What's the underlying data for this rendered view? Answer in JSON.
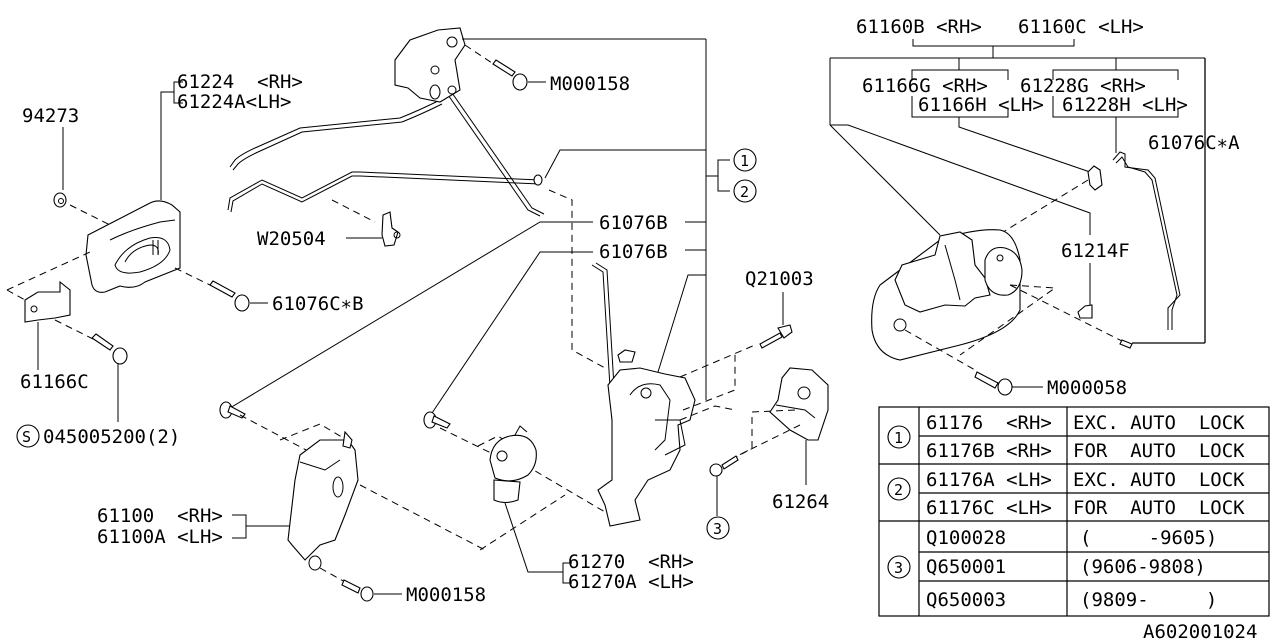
{
  "diagram_code": "A602001024",
  "labels": {
    "l94273": "94273",
    "l61224": "61224  <RH>",
    "l61224A": "61224A<LH>",
    "lM000158_top": "M000158",
    "lW20504": "W20504",
    "l61076CB": "61076C∗B",
    "l61166C": "61166C",
    "lS045005200": "045005200(2)",
    "s_symbol": "S",
    "l61076B_1": "61076B",
    "l61076B_2": "61076B",
    "lQ21003": "Q21003",
    "l61264": "61264",
    "l61100": "61100  <RH>",
    "l61100A": "61100A <LH>",
    "lM000158_bottom": "M000158",
    "l61270": "61270  <RH>",
    "l61270A": "61270A <LH>",
    "l61160B": "61160B <RH>",
    "l61160C": "61160C <LH>",
    "l61166G": "61166G <RH>",
    "l61166H": "61166H <LH>",
    "l61228G": "61228G <RH>",
    "l61228H": "61228H <LH>",
    "l61076CA": "61076C∗A",
    "l61214F": "61214F",
    "lM000058": "M000058"
  },
  "callouts": {
    "c1": "1",
    "c2": "2",
    "c3": "3"
  },
  "table": {
    "groups": [
      {
        "ref": "1",
        "rows": [
          {
            "part": "61176  <RH>",
            "note": "EXC. AUTO  LOCK"
          },
          {
            "part": "61176B <RH>",
            "note": "FOR  AUTO  LOCK"
          }
        ]
      },
      {
        "ref": "2",
        "rows": [
          {
            "part": "61176A <LH>",
            "note": "EXC. AUTO  LOCK"
          },
          {
            "part": "61176C <LH>",
            "note": "FOR  AUTO  LOCK"
          }
        ]
      },
      {
        "ref": "3",
        "rows": [
          {
            "part": "Q100028",
            "note": "(     -9605)"
          },
          {
            "part": "Q650001",
            "note": "(9606-9808)"
          },
          {
            "part": "Q650003",
            "note": "(9809-     )"
          }
        ]
      }
    ]
  }
}
